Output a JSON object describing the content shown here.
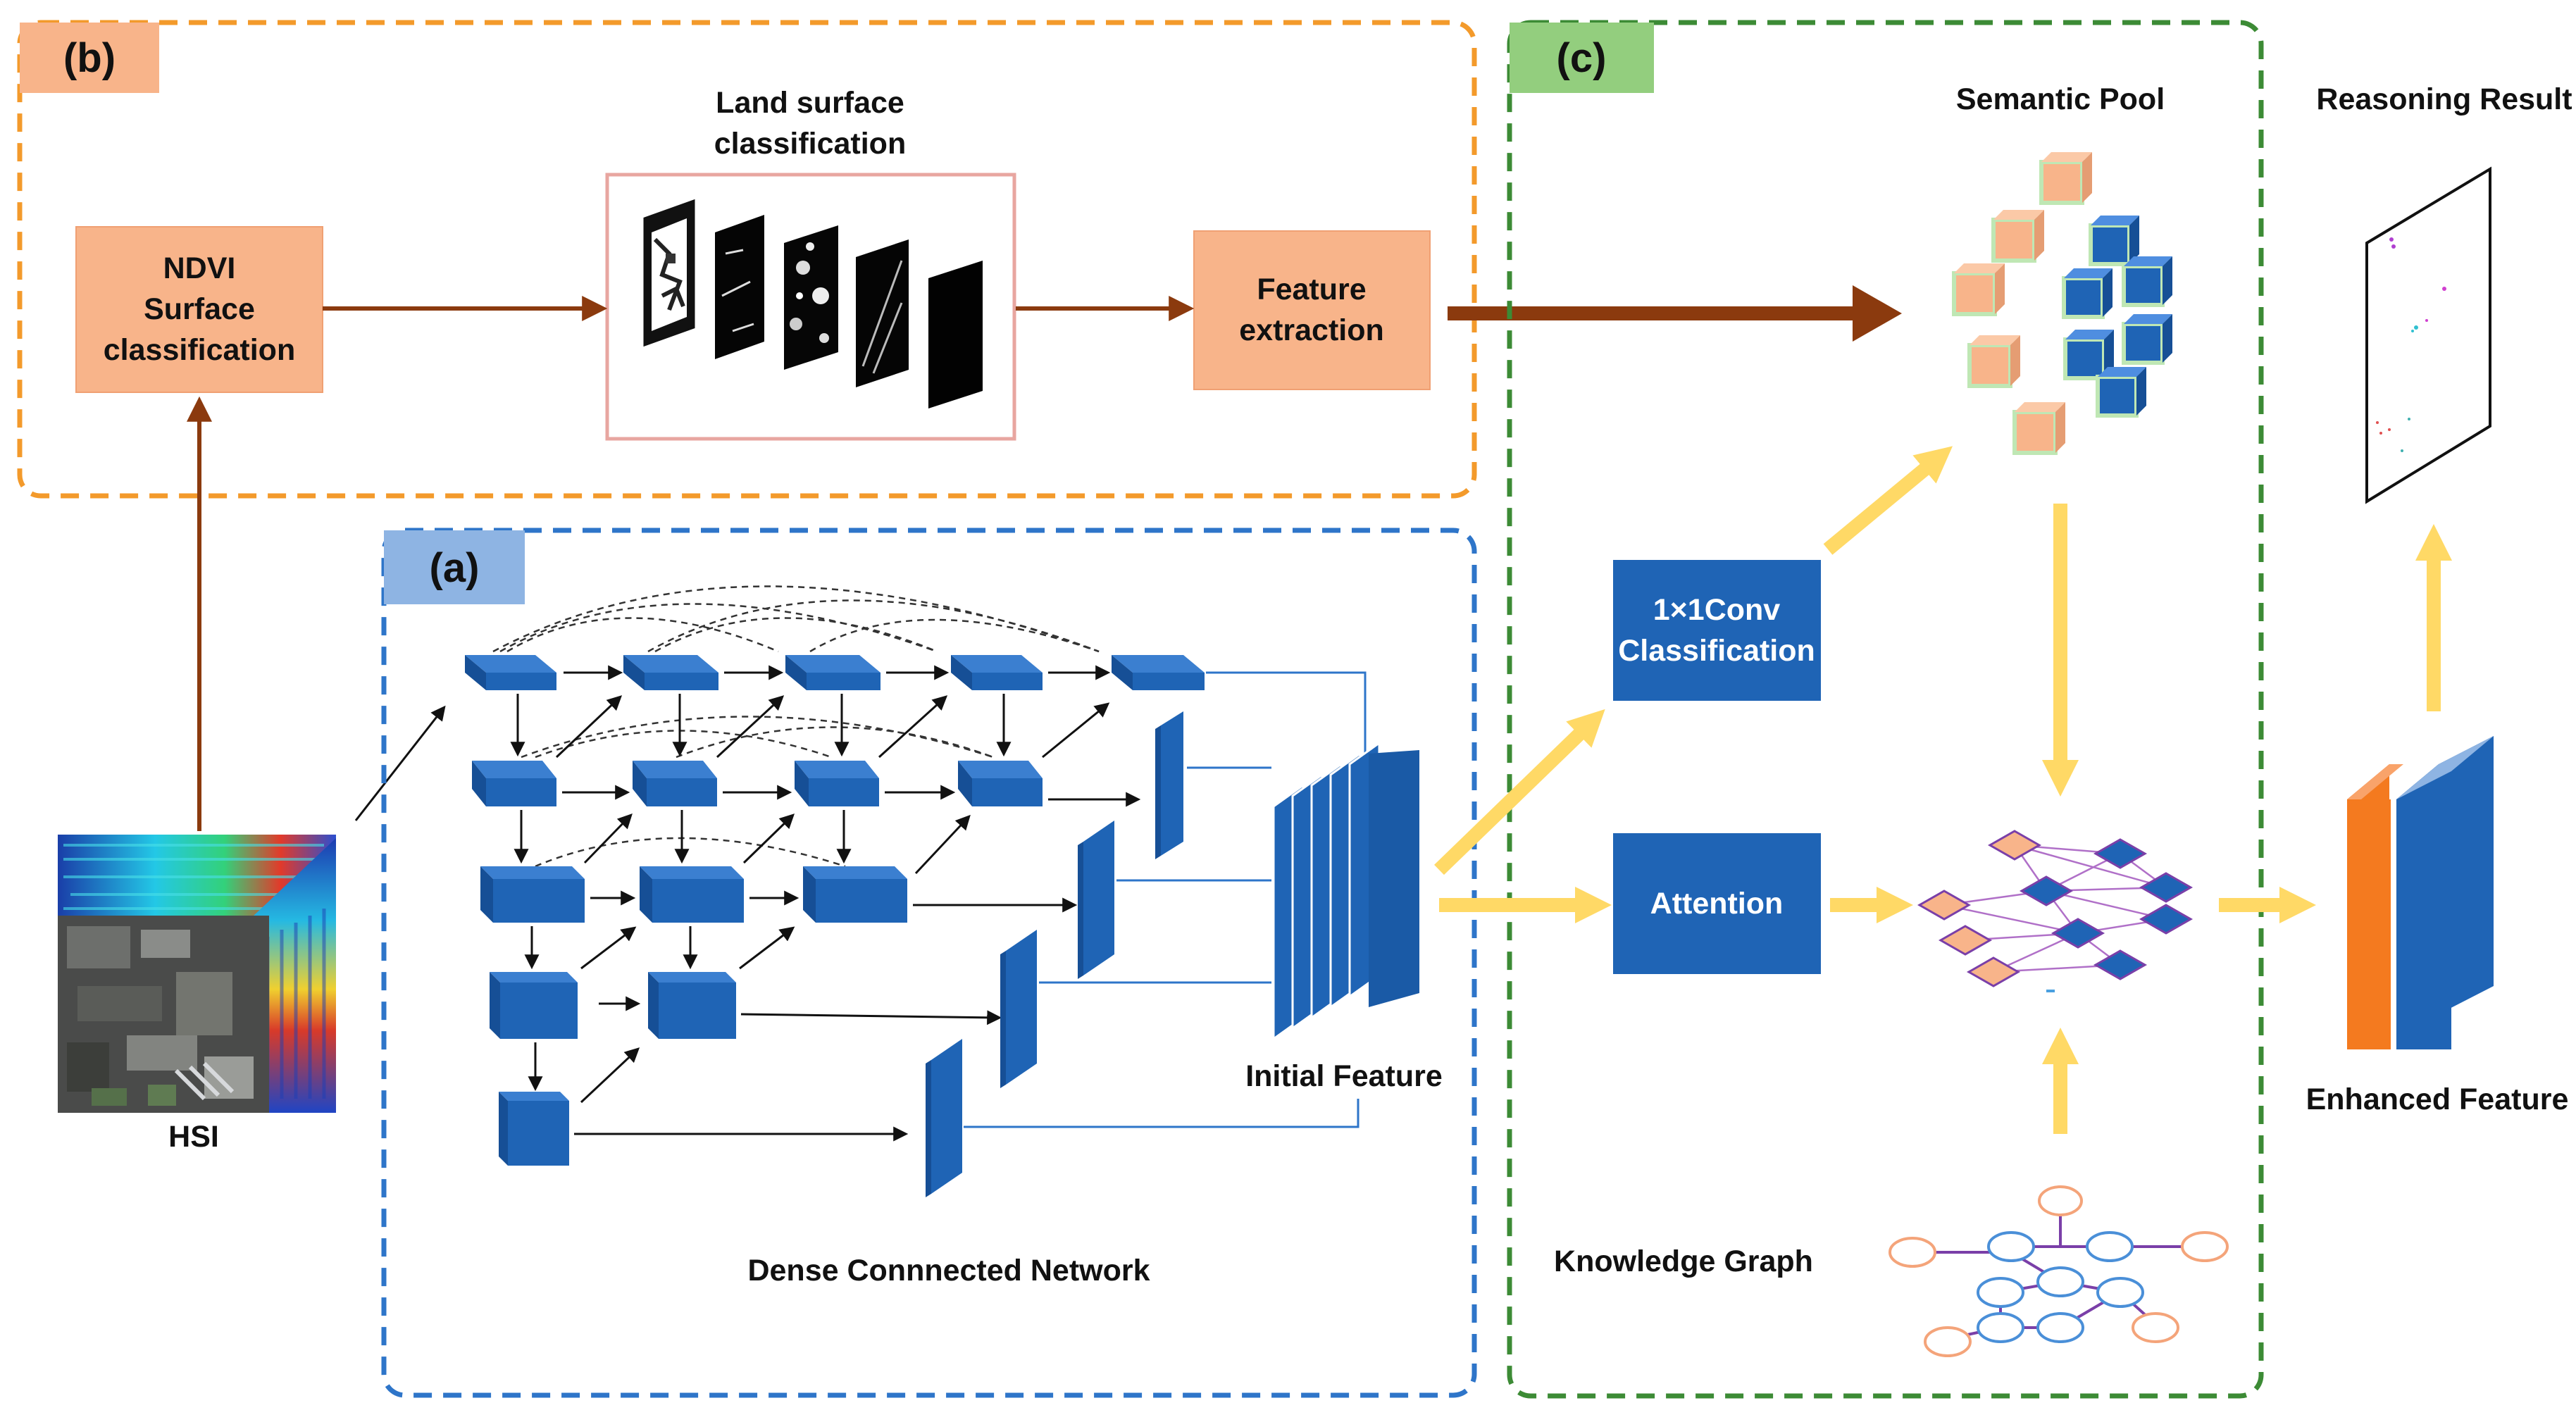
{
  "panels": {
    "b": {
      "tag": "(b)",
      "color": "#F39A2B",
      "tag_fill": "#F8B48A"
    },
    "a": {
      "tag": "(a)",
      "color": "#2E75C9",
      "tag_fill": "#8EB4E3"
    },
    "c": {
      "tag": "(c)",
      "color": "#3C8B35",
      "tag_fill": "#93CE7E"
    }
  },
  "labels": {
    "land_surface": [
      "Land surface",
      "classification"
    ],
    "ndvi": [
      "NDVI",
      "Surface",
      "classification"
    ],
    "feature_extraction": [
      "Feature",
      "extraction"
    ],
    "hsi": "HSI",
    "initial_feature": "Initial Feature",
    "dense_network": "Dense Connnected Network",
    "semantic_pool": "Semantic Pool",
    "reasoning_result": "Reasoning Result",
    "conv_classification": [
      "1×1Conv",
      "Classification"
    ],
    "attention": "Attention",
    "knowledge_graph": "Knowledge Graph",
    "enhanced_feature": "Enhanced Feature"
  },
  "colors": {
    "orange_box": "#F8B48A",
    "blue_block": "#1F64B5",
    "arrow_brown": "#8B3A0E",
    "arrow_yellow": "#FFD966",
    "enh_orange": "#F47A1F",
    "enh_blue": "#2E75C9"
  }
}
